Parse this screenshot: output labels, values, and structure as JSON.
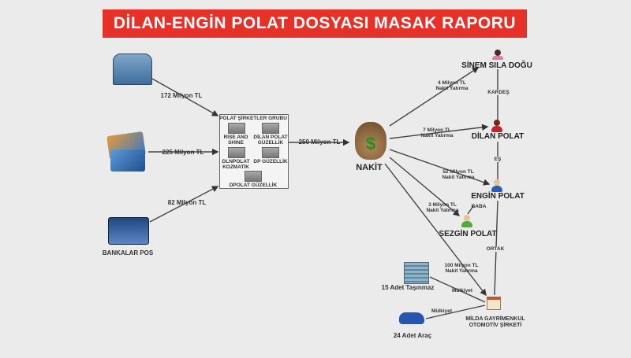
{
  "title": "DİLAN-ENGİN POLAT DOSYASI MASAK RAPORU",
  "sources": {
    "s1_amount": "172 Milyon TL",
    "s2_amount": "225 Milyon TL",
    "s3_amount": "82 Milyon TL",
    "bank_label": "BANKALAR POS"
  },
  "group": {
    "title": "POLAT ŞİRKETLER GRUBU",
    "companies": [
      "RISE AND SHINE",
      "DİLAN POLAT GÜZELLİK",
      "DLNPOLAT KOZMATİK",
      "DP GÜZELLİK",
      "DPOLAT GÜZELLİK"
    ],
    "out_amount": "250 Milyon TL"
  },
  "cash": {
    "label": "NAKİT",
    "symbol": "$"
  },
  "flows": [
    {
      "amount": "4 Milyon TL",
      "type": "Nakit Yatırma"
    },
    {
      "amount": "7 Milyon TL",
      "type": "Nakit Yatırma"
    },
    {
      "amount": "52 Milyon TL",
      "type": "Nakit Yatırma"
    },
    {
      "amount": "3 Milyon TL",
      "type": "Nakit Yatırma"
    },
    {
      "amount": "100 Milyon TL",
      "type": "Nakit Yatırma"
    }
  ],
  "people": {
    "sinem": "SİNEM SILA DOĞU",
    "dilan": "DİLAN POLAT",
    "engin": "ENGİN POLAT",
    "sezgin": "SEZGİN POLAT"
  },
  "relations": {
    "kardes": "KARDEŞ",
    "es": "EŞ",
    "baba": "BABA",
    "ortak": "ORTAK",
    "mulkiyet1": "Mülkiyet",
    "mulkiyet2": "Mülkiyet"
  },
  "company": {
    "line1": "MİLDA GAYRİMENKUL",
    "line2": "OTOMOTİV ŞİRKETİ"
  },
  "assets": {
    "property": "15 Adet Taşınmaz",
    "cars": "24 Adet Araç"
  }
}
